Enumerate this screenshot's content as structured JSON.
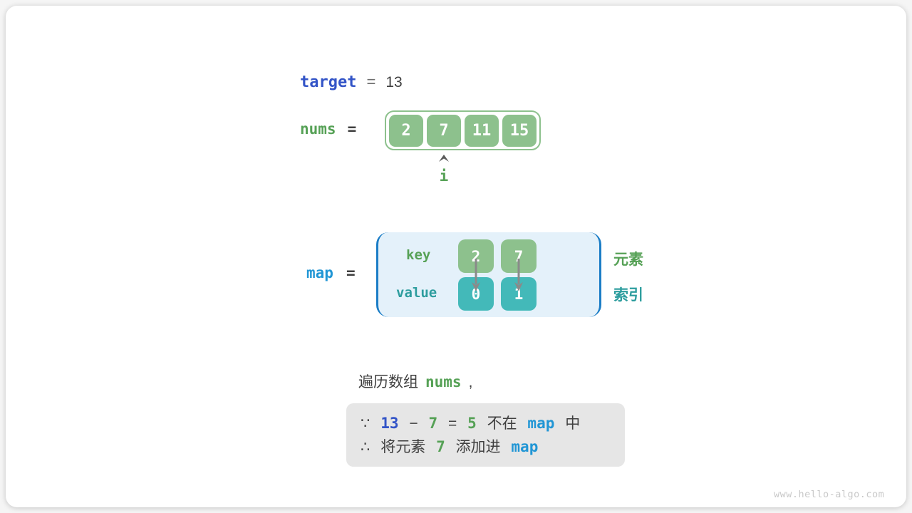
{
  "target_row": {
    "label": "target",
    "equals": "=",
    "value": "13"
  },
  "nums_row": {
    "label": "nums",
    "equals": "=",
    "cells": [
      "2",
      "7",
      "11",
      "15"
    ],
    "pointer_label": "i"
  },
  "map_row": {
    "label": "map",
    "equals": "=",
    "key_label": "key",
    "value_label": "value",
    "keys": [
      "2",
      "7"
    ],
    "values": [
      "0",
      "1"
    ],
    "element_label": "元素",
    "index_label": "索引"
  },
  "caption": {
    "prefix": "遍历数组",
    "code": "nums",
    "comma": ","
  },
  "note": {
    "because": "∵",
    "therefore": "∴",
    "line1": {
      "minuend": "13",
      "minus": "−",
      "subtrahend": "7",
      "equals": "=",
      "difference": "5",
      "not_in": "不在",
      "map": "map",
      "suffix": "中"
    },
    "line2": {
      "prefix": "将元素",
      "value": "7",
      "middle": "添加进",
      "map": "map"
    }
  },
  "watermark": "www.hello-algo.com",
  "colors": {
    "royal_blue": "#3354c7",
    "bright_blue": "#2196d5",
    "bracket_blue": "#1b7dc6",
    "green_text": "#56a156",
    "green_cell": "#8dc18d",
    "teal_text": "#2d9d9e",
    "teal_cell": "#43b9b9",
    "dark_text": "#3f3f3f",
    "note_box_bg": "#e6e6e6",
    "map_box_bg": "#e4f1fa",
    "arrow_gray": "#8a8a8a"
  }
}
